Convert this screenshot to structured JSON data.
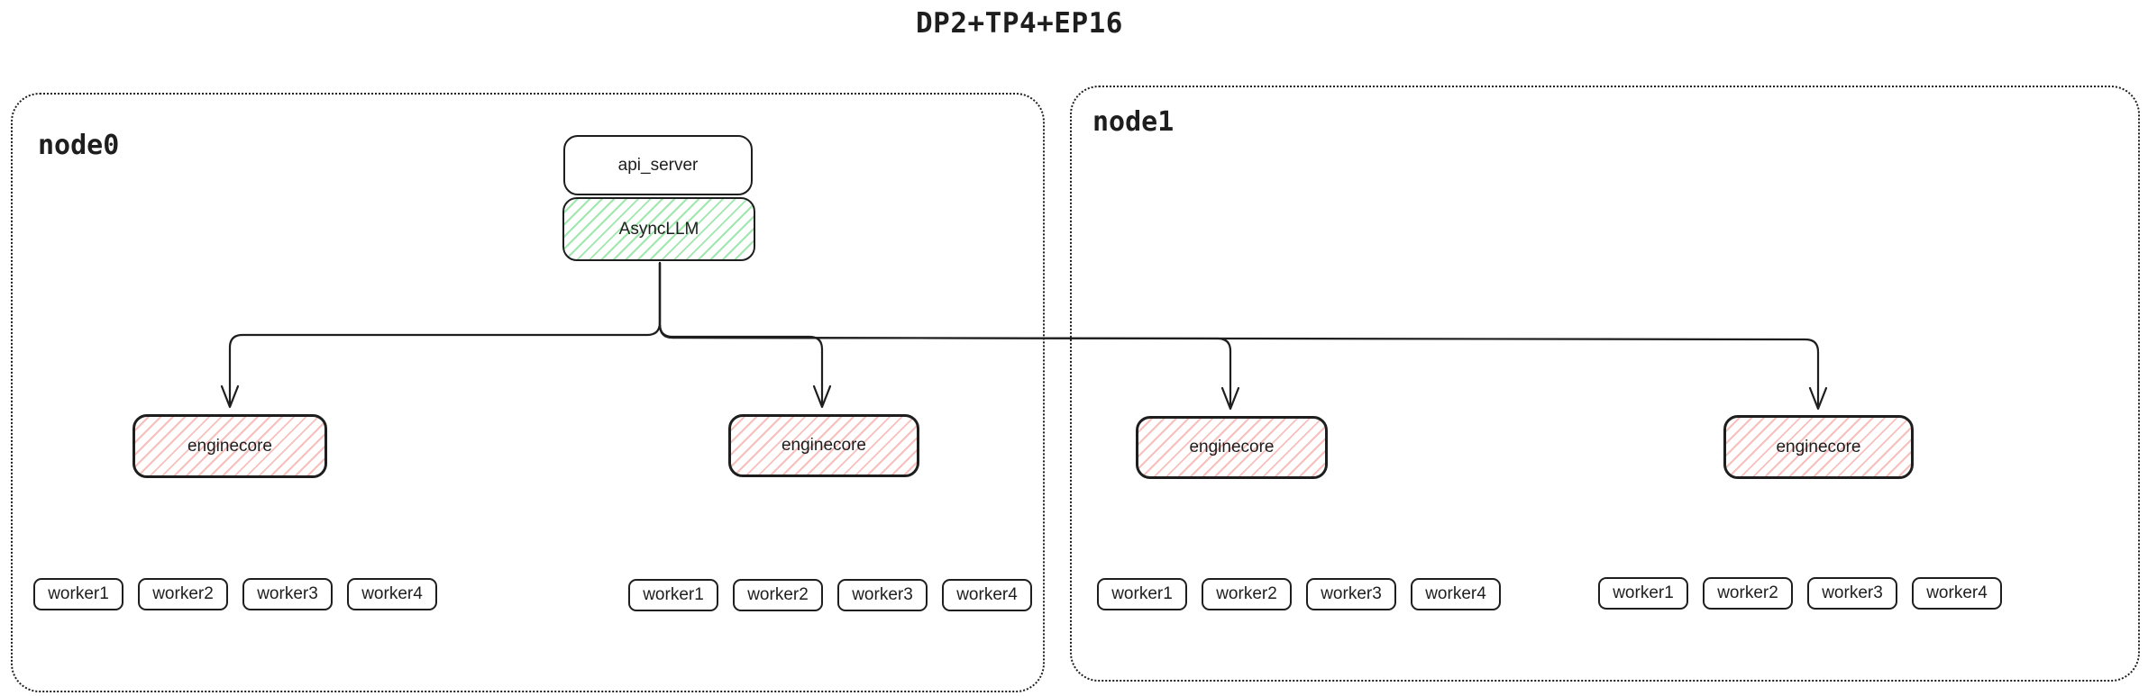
{
  "title": "DP2+TP4+EP16",
  "nodes": [
    {
      "label": "node0",
      "api_server": {
        "label": "api_server"
      },
      "async_llm": {
        "label": "AsyncLLM"
      },
      "enginecores": [
        {
          "label": "enginecore",
          "workers": [
            "worker1",
            "worker2",
            "worker3",
            "worker4"
          ]
        },
        {
          "label": "enginecore",
          "workers": [
            "worker1",
            "worker2",
            "worker3",
            "worker4"
          ]
        }
      ]
    },
    {
      "label": "node1",
      "enginecores": [
        {
          "label": "enginecore",
          "workers": [
            "worker1",
            "worker2",
            "worker3",
            "worker4"
          ]
        },
        {
          "label": "enginecore",
          "workers": [
            "worker1",
            "worker2",
            "worker3",
            "worker4"
          ]
        }
      ]
    }
  ],
  "colors": {
    "stroke": "#1e1e1e",
    "background": "#ffffff",
    "green_hatch_line": "#9fe7ad",
    "red_hatch_line": "#f7c0bc"
  }
}
